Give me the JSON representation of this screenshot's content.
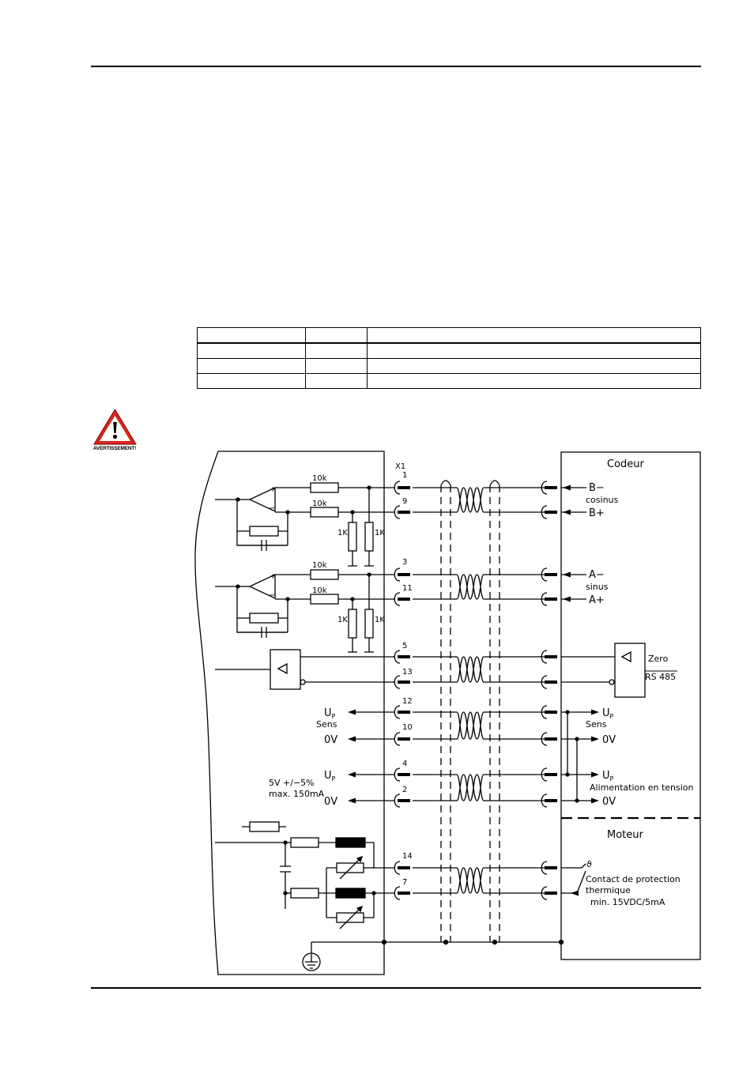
{
  "table": {
    "rows": 4,
    "columns": 3
  },
  "warning": {
    "label": "AVERTISSEMENT!",
    "icon": "warning-triangle-icon",
    "color": "#d9261c"
  },
  "connector": {
    "name": "X1"
  },
  "encoder": {
    "title": "Codeur",
    "signals": {
      "b_minus": "B−",
      "cosinus": "cosinus",
      "b_plus": "B+",
      "a_minus": "A−",
      "sinus": "sinus",
      "a_plus": "A+",
      "zero": "Zero",
      "rs485": "RS 485",
      "up": "U",
      "up_sub": "P",
      "sens": "Sens",
      "ov": "0V",
      "supply": "Alimentation en tension"
    }
  },
  "motor": {
    "title": "Moteur",
    "thermal": "ϑ",
    "contact_line1": "Contact de protection",
    "contact_line2": "thermique",
    "contact_line3": "min. 15VDC/5mA"
  },
  "drive": {
    "r10k": "10k",
    "r1k": "1K",
    "up": "U",
    "up_sub": "P",
    "sens": "Sens",
    "ov": "0V",
    "supply_spec1": "5V +/−5%",
    "supply_spec2": "max. 150mA"
  },
  "pins": [
    "1",
    "9",
    "3",
    "11",
    "5",
    "13",
    "12",
    "10",
    "4",
    "2",
    "14",
    "7"
  ]
}
